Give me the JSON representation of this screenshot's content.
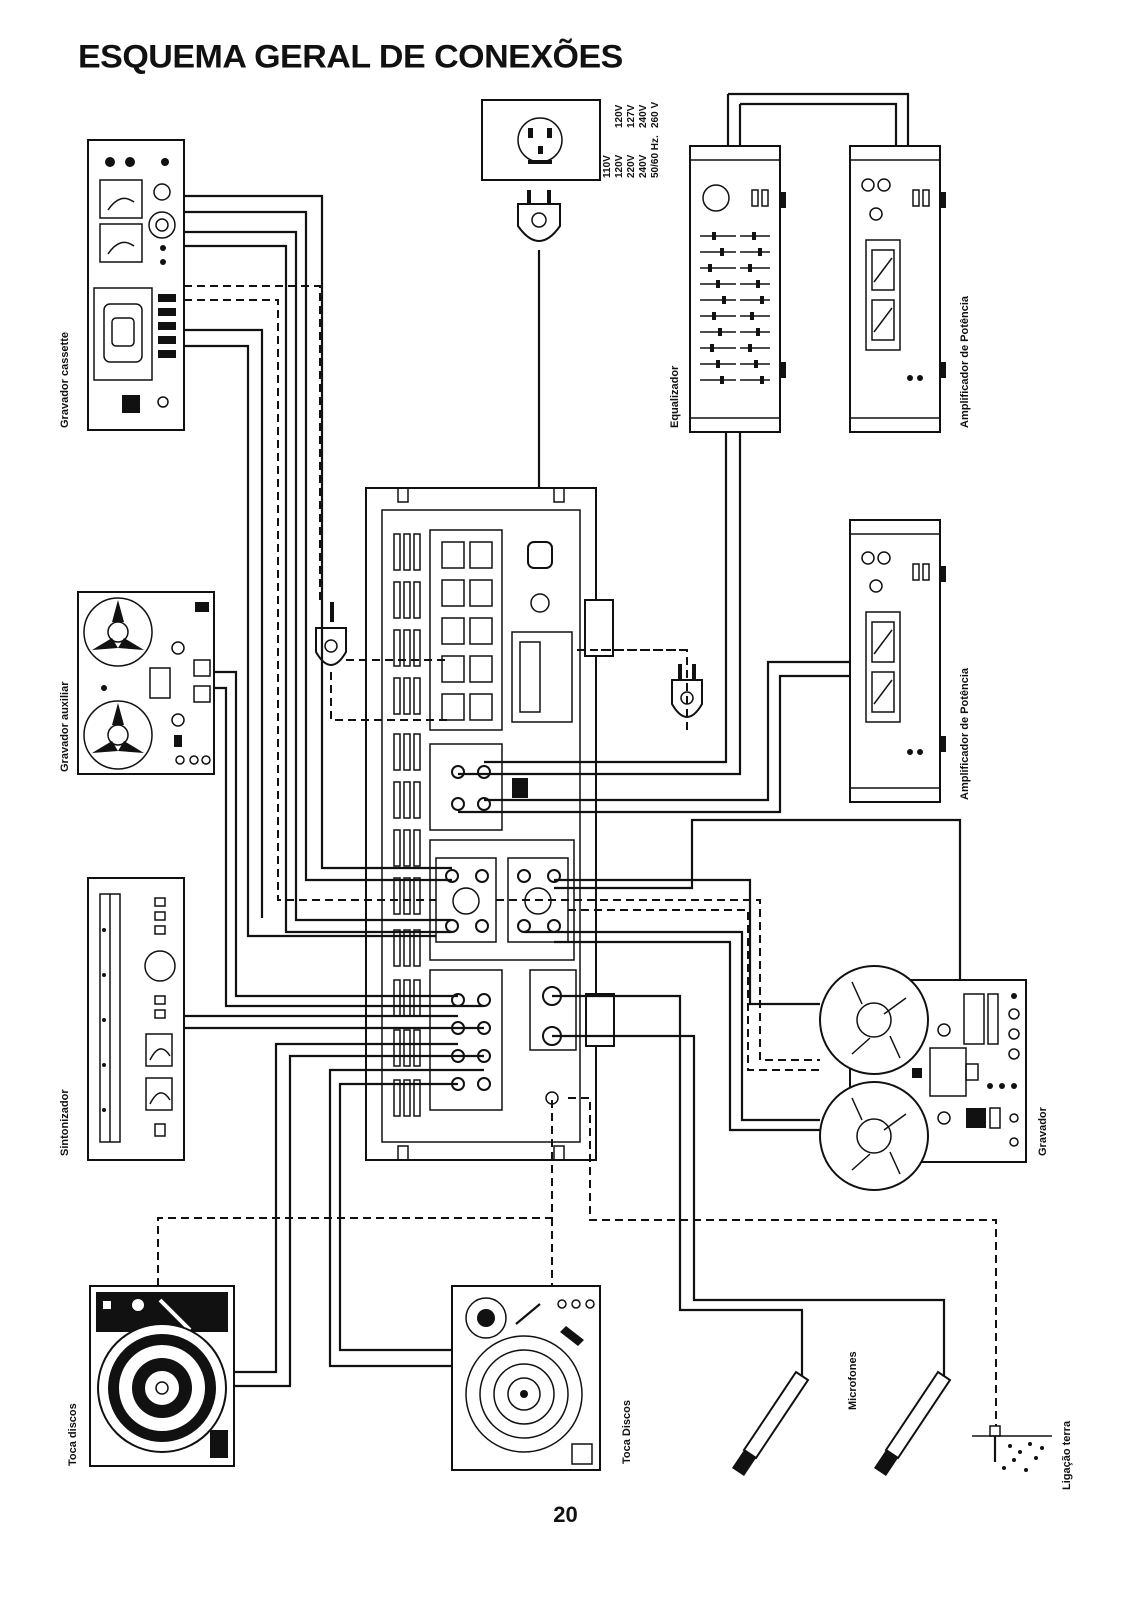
{
  "title": "ESQUEMA GERAL DE CONEXÕES",
  "page_number": "20",
  "power_outlet": {
    "voltages_col1": [
      "110V",
      "120V",
      "220V",
      "240V",
      "50/60 Hz."
    ],
    "voltages_col2": [
      "120V",
      "127V",
      "240V",
      "260 V"
    ]
  },
  "devices": {
    "cassette_recorder": "Gravador cassette",
    "aux_recorder": "Gravador auxiliar",
    "tuner": "Sintonizador",
    "turntable_left": "Toca discos",
    "turntable_center": "Toca Discos",
    "microphones": "Microfones",
    "ground": "Ligação terra",
    "recorder_right": "Gravador",
    "equalizer": "Equalizador",
    "power_amp_top": "Amplificador de Potência",
    "power_amp_mid": "Amplificador de Potência"
  },
  "colors": {
    "ink": "#111111",
    "paper": "#ffffff"
  }
}
